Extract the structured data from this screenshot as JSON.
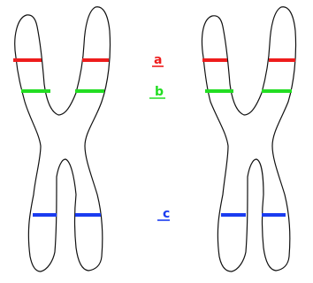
{
  "diagram": {
    "chromosome_count": 2,
    "bands": [
      {
        "id": "a",
        "label": "a",
        "color": "#ee1c1c"
      },
      {
        "id": "b",
        "label": "b",
        "color": "#22dd22"
      },
      {
        "id": "c",
        "label": "c",
        "color": "#1a3cf0"
      }
    ],
    "outline_color": "#111111",
    "background": "#ffffff"
  }
}
